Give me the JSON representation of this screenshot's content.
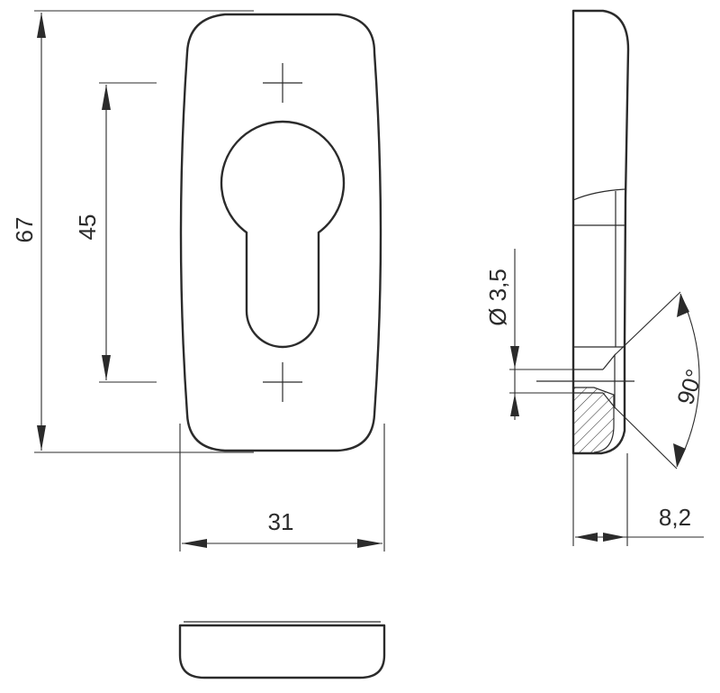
{
  "colors": {
    "line": "#2b2b2b",
    "background": "#ffffff"
  },
  "dimensions": {
    "overall_height": "67",
    "hole_spacing": "45",
    "width": "31",
    "hole_diameter": "Ø 3,5",
    "countersink_angle": "90°",
    "thickness": "8,2"
  }
}
